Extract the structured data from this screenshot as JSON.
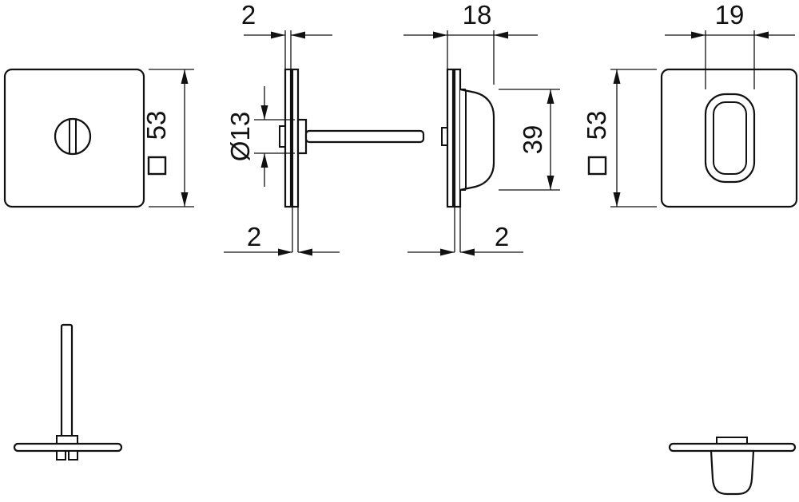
{
  "drawing": {
    "type": "technical-drawing-door-rosette-wc-turn",
    "line_color": "#111111",
    "background": "#ffffff",
    "dimensions": {
      "rosette_size_left": "53",
      "rosette_size_right": "53",
      "plate_thickness_top": "2",
      "plate_thickness_bottom_left": "2",
      "plate_thickness_bottom_right": "2",
      "collar_diameter": "Ø13",
      "turn_depth": "18",
      "turn_height": "39",
      "turn_width": "19"
    }
  }
}
